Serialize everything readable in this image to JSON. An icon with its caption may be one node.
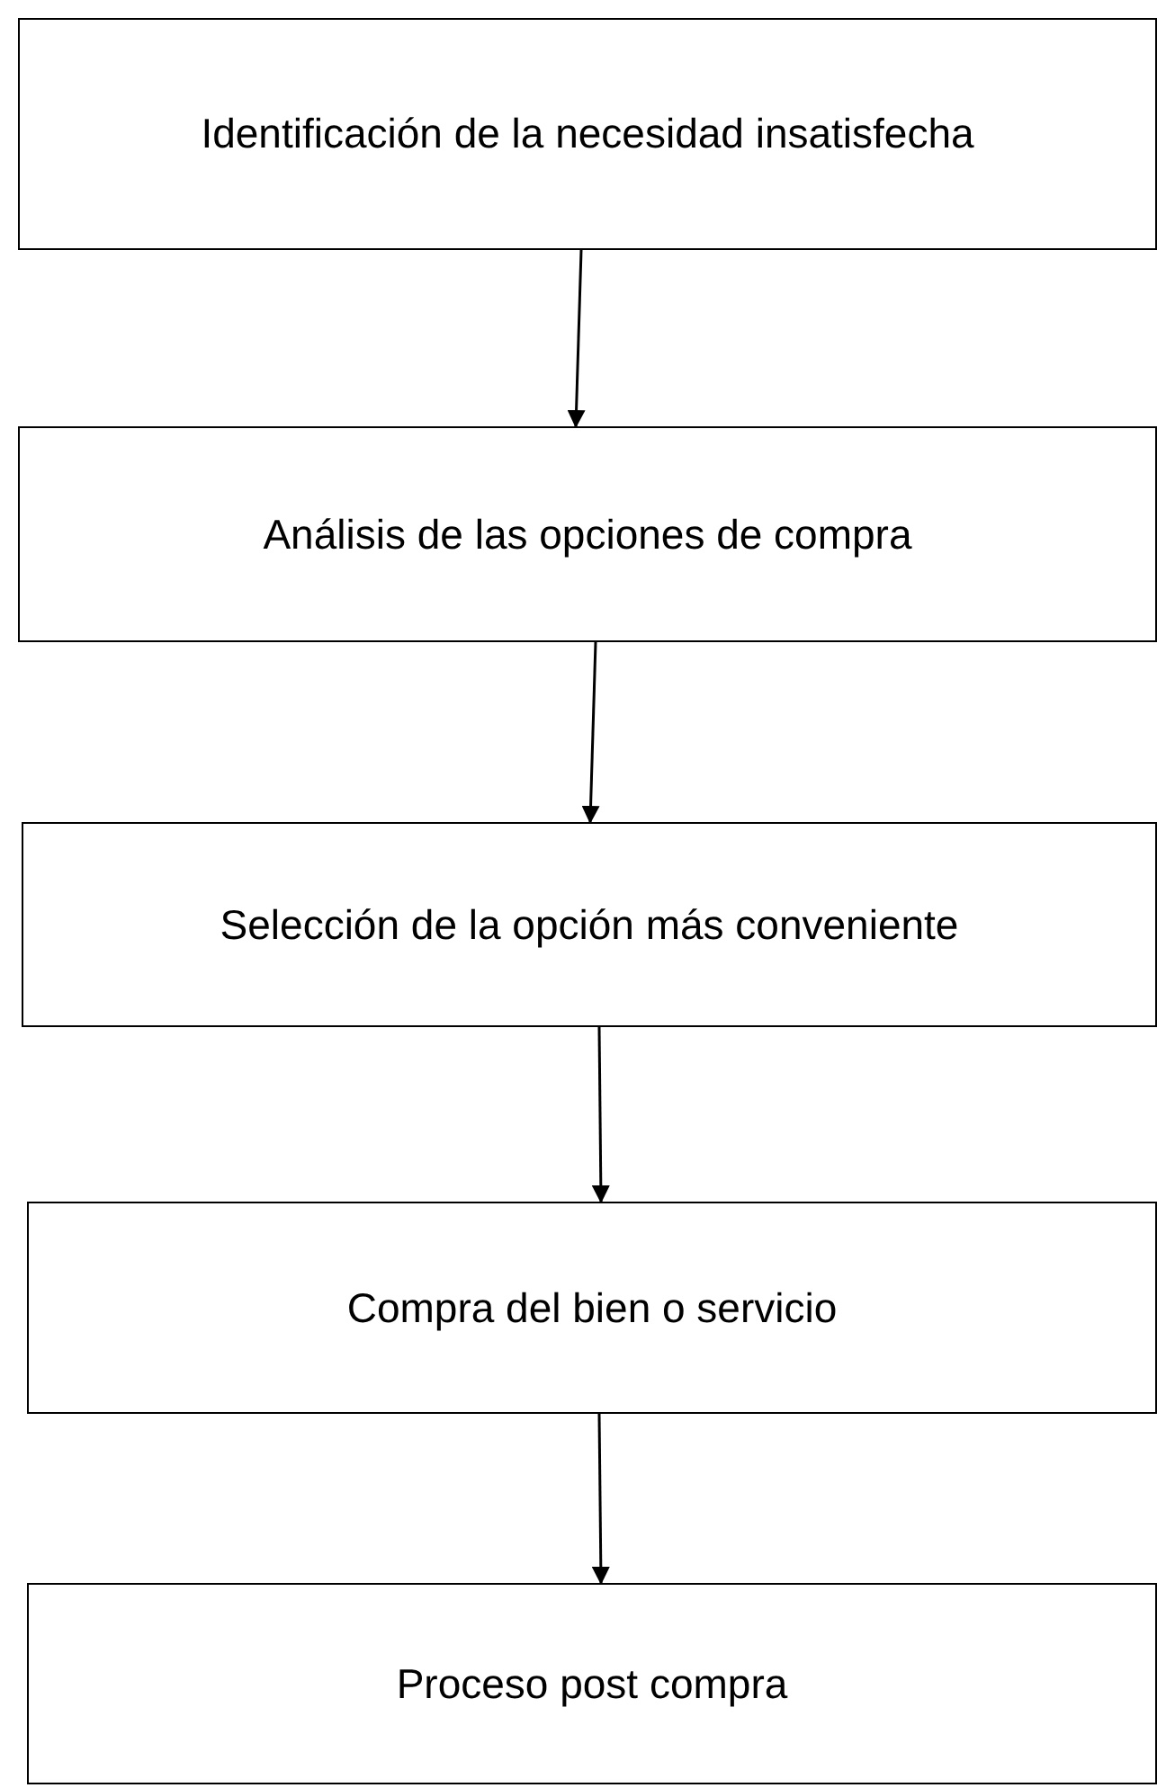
{
  "diagram": {
    "nodes": [
      {
        "text": [
          "Identificación de la necesidad insatisfecha"
        ]
      },
      {
        "text": [
          "Análisis de las opciones de compra"
        ]
      },
      {
        "text": [
          "Selección de la opción más conveniente"
        ]
      },
      {
        "text": [
          "Compra del bien o servicio"
        ]
      },
      {
        "text": [
          "Proceso post compra"
        ]
      }
    ],
    "edges": [
      {
        "from": 0,
        "to": 1,
        "arrow": "to"
      },
      {
        "from": 1,
        "to": 2,
        "arrow": "to"
      },
      {
        "from": 2,
        "to": 3,
        "arrow": "to"
      },
      {
        "from": 3,
        "to": 4,
        "arrow": "to"
      }
    ]
  }
}
